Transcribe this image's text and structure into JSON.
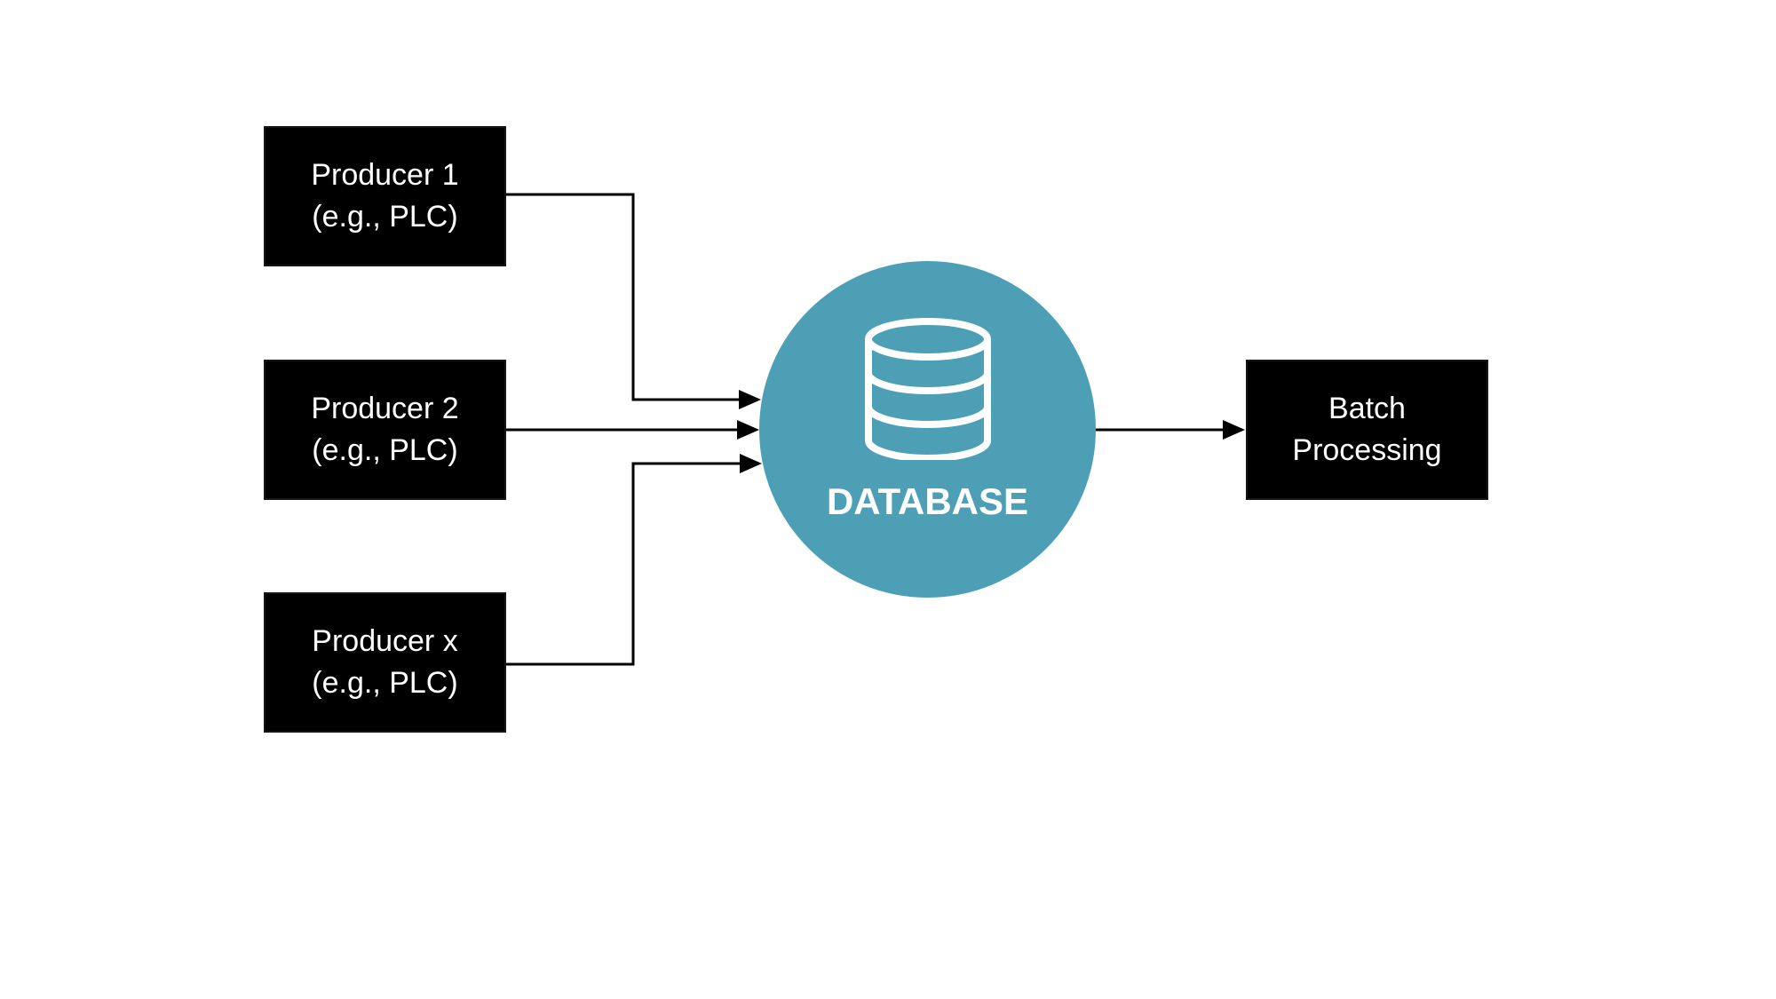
{
  "colors": {
    "background": "#ffffff",
    "node_fill": "#000000",
    "node_text": "#ffffff",
    "database_fill": "#4C9FB4",
    "database_text": "#ffffff",
    "connector": "#000000"
  },
  "nodes": {
    "producer1": {
      "title": "Producer 1",
      "subtitle": "(e.g., PLC)"
    },
    "producer2": {
      "title": "Producer 2",
      "subtitle": "(e.g., PLC)"
    },
    "producerx": {
      "title": "Producer x",
      "subtitle": "(e.g., PLC)"
    },
    "database": {
      "label": "DATABASE",
      "icon": "database-cylinder-icon"
    },
    "batch": {
      "title": "Batch",
      "subtitle": "Processing"
    }
  },
  "connectors": [
    {
      "from": "producer1",
      "to": "database",
      "style": "elbow",
      "arrowhead": "solid-triangle"
    },
    {
      "from": "producer2",
      "to": "database",
      "style": "straight",
      "arrowhead": "solid-triangle"
    },
    {
      "from": "producerx",
      "to": "database",
      "style": "elbow",
      "arrowhead": "solid-triangle"
    },
    {
      "from": "database",
      "to": "batch",
      "style": "straight",
      "arrowhead": "solid-triangle"
    }
  ]
}
